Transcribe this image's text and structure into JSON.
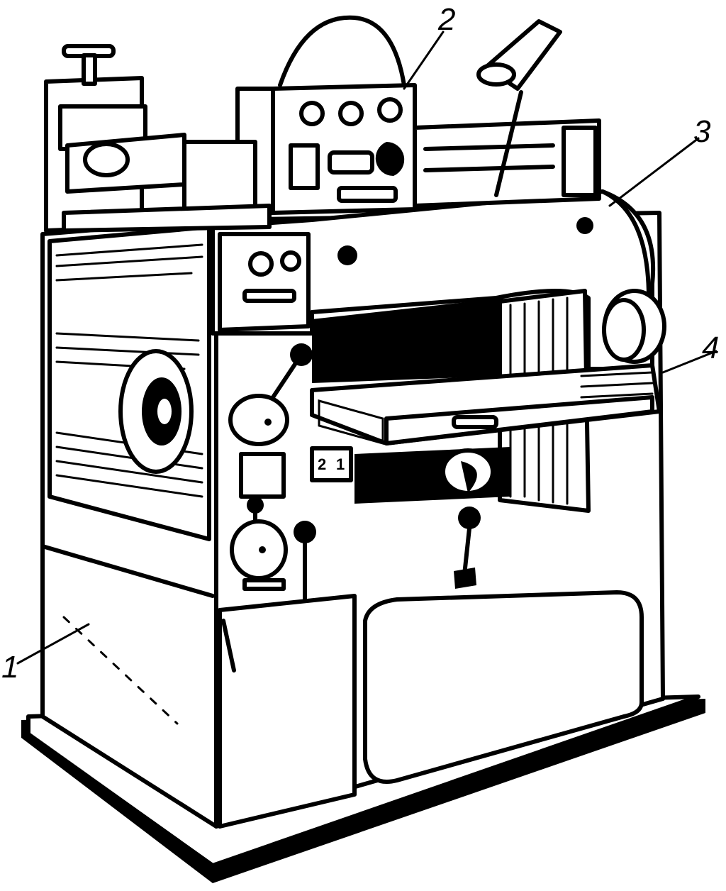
{
  "diagram": {
    "callouts": [
      {
        "id": "1",
        "label": "1"
      },
      {
        "id": "2",
        "label": "2"
      },
      {
        "id": "3",
        "label": "3"
      },
      {
        "id": "4",
        "label": "4"
      }
    ],
    "plate_markings": [
      "2",
      "1"
    ]
  }
}
